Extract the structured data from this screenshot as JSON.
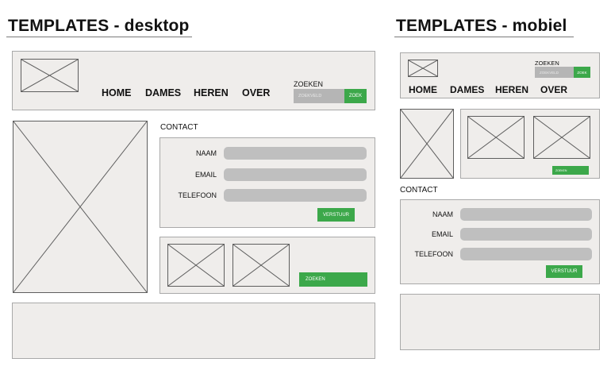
{
  "desktop": {
    "title": "TEMPLATES - desktop",
    "nav": [
      "HOME",
      "DAMES",
      "HEREN",
      "OVER"
    ],
    "search": {
      "label": "ZOEKEN",
      "placeholder": "ZOEKVELD",
      "button": "ZOEK"
    },
    "contact": {
      "title": "CONTACT",
      "fields": [
        "NAAM",
        "EMAIL",
        "TELEFOON"
      ],
      "submit": "VERSTUUR"
    },
    "gallery_button": "ZOEKEN"
  },
  "mobile": {
    "title": "TEMPLATES - mobiel",
    "nav": [
      "HOME",
      "DAMES",
      "HEREN",
      "OVER"
    ],
    "search": {
      "label": "ZOEKEN",
      "placeholder": "ZOEKVELD",
      "button": "ZOEK"
    },
    "gallery_button": "ZOEKEN",
    "contact": {
      "title": "CONTACT",
      "fields": [
        "NAAM",
        "EMAIL",
        "TELEFOON"
      ],
      "submit": "VERSTUUR"
    }
  },
  "colors": {
    "accent": "#3ca84a",
    "panel": "#efedeb",
    "field": "#bfbfbf"
  }
}
